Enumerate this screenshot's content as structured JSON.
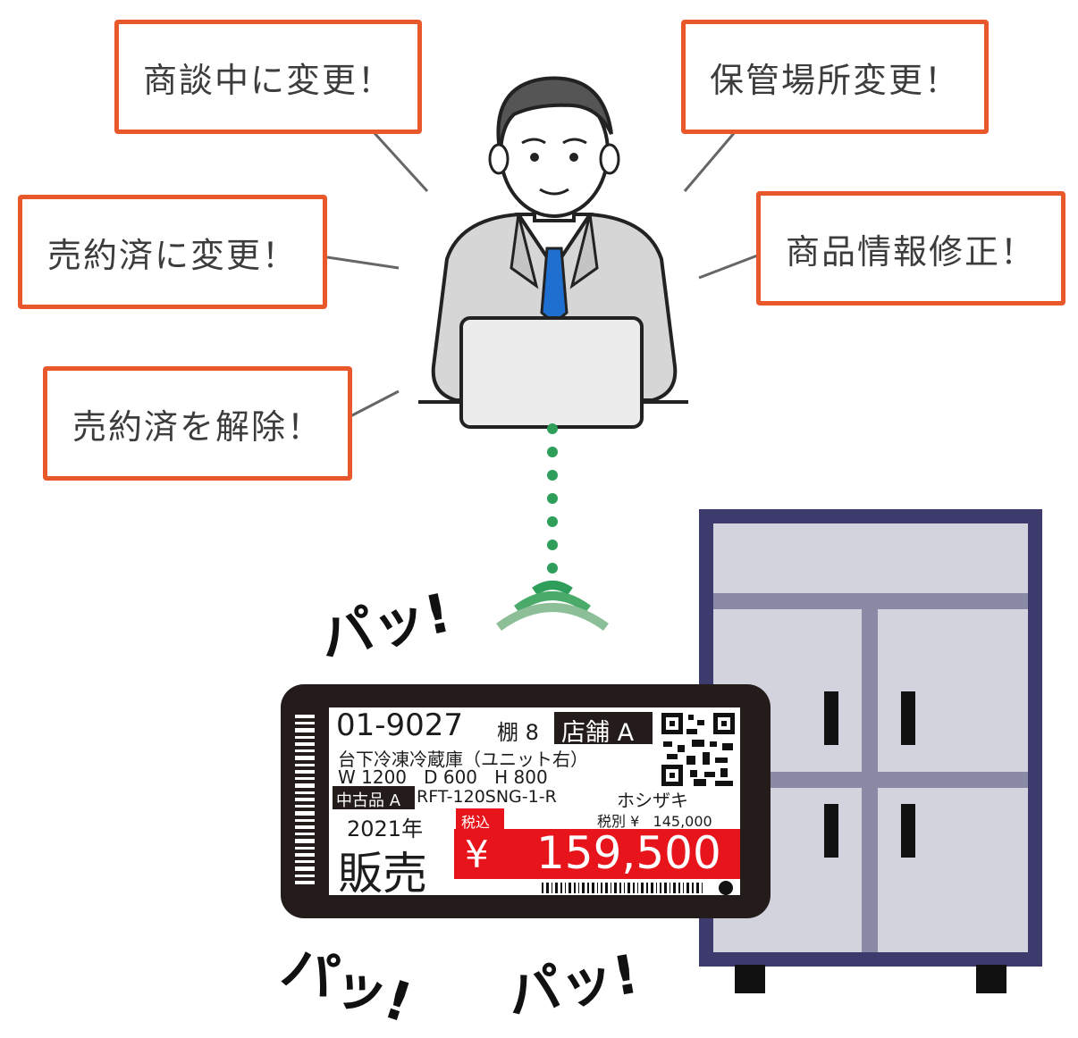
{
  "callouts": {
    "negotiating": "商談中に変更！",
    "storage": "保管場所変更！",
    "sold": "売約済に変更！",
    "product_info": "商品情報修正！",
    "unsold": "売約済を解除！"
  },
  "sounds": {
    "pa1": "パッ!",
    "pa2": "パッ!",
    "pa3": "パッ!"
  },
  "label": {
    "code": "01-9027",
    "shelf": "棚 8",
    "store": "店舗 A",
    "name": "台下冷凍冷蔵庫（ユニット右）",
    "dims": "W 1200   D 600   H 800",
    "condition": "中古品 A",
    "model": "RFT-120SNG-1-R",
    "maker": "ホシザキ",
    "year": "2021年",
    "status": "販売",
    "tax_in_tag": "税込",
    "tax_ex": "税別 ¥   145,000",
    "yen": "¥",
    "price": "159,500"
  },
  "colors": {
    "callout_border": "#e8582a",
    "price_red": "#e8141c",
    "signal_green": "#2e9e5a",
    "fridge_frame": "#3d3b6e",
    "fridge_panel": "#d3d3dd"
  }
}
